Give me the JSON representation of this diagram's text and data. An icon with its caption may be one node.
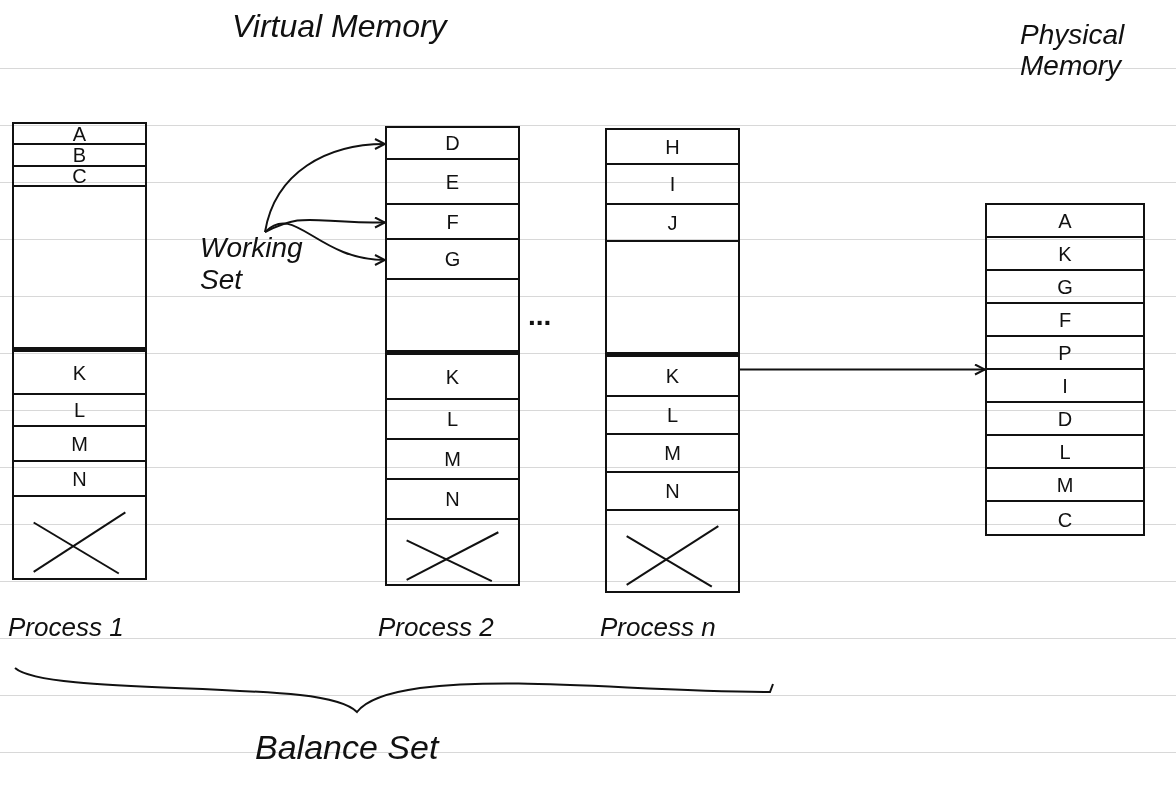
{
  "diagram": {
    "title": "Virtual Memory",
    "nodes": [
      {
        "text": [
          "Process 1"
        ]
      },
      {
        "text": [
          "A"
        ],
        "in": 0
      },
      {
        "text": [
          "B"
        ],
        "in": 0
      },
      {
        "text": [
          "C"
        ],
        "in": 0
      },
      {
        "text": [],
        "shape": "box",
        "in": 0
      },
      {
        "text": [
          "K"
        ],
        "in": 0
      },
      {
        "text": [
          "L"
        ],
        "in": 0
      },
      {
        "text": [
          "M"
        ],
        "in": 0
      },
      {
        "text": [
          "N"
        ],
        "in": 0
      },
      {
        "text": [],
        "shape": "box",
        "in": 0
      },
      {
        "text": [
          "Working Set"
        ]
      },
      {
        "text": [
          "Process 2"
        ]
      },
      {
        "text": [
          "D"
        ],
        "in": 11
      },
      {
        "text": [
          "E"
        ],
        "in": 11
      },
      {
        "text": [
          "F"
        ],
        "in": 11
      },
      {
        "text": [
          "G"
        ],
        "in": 11
      },
      {
        "text": [],
        "shape": "box",
        "in": 11
      },
      {
        "text": [
          "K"
        ],
        "in": 11
      },
      {
        "text": [
          "L"
        ],
        "in": 11
      },
      {
        "text": [
          "M"
        ],
        "in": 11
      },
      {
        "text": [
          "N"
        ],
        "in": 11
      },
      {
        "text": [],
        "shape": "box",
        "in": 11
      },
      {
        "text": [
          "Process n"
        ]
      },
      {
        "text": [
          "H"
        ],
        "in": 22
      },
      {
        "text": [
          "I"
        ],
        "in": 22
      },
      {
        "text": [
          "J"
        ],
        "in": 22
      },
      {
        "text": [],
        "shape": "box",
        "in": 22
      },
      {
        "text": [
          "K"
        ],
        "in": 22
      },
      {
        "text": [
          "L"
        ],
        "in": 22
      },
      {
        "text": [
          "M"
        ],
        "in": 22
      },
      {
        "text": [
          "N"
        ],
        "in": 22
      },
      {
        "text": [],
        "shape": "box",
        "in": 22
      },
      {
        "text": [
          "Physical Memory"
        ]
      },
      {
        "text": [
          "A"
        ],
        "in": 32
      },
      {
        "text": [
          "K"
        ],
        "in": 32
      },
      {
        "text": [
          "G"
        ],
        "in": 32
      },
      {
        "text": [
          "F"
        ],
        "in": 32
      },
      {
        "text": [
          "P"
        ],
        "in": 32
      },
      {
        "text": [
          "I"
        ],
        "in": 32
      },
      {
        "text": [
          "D"
        ],
        "in": 32
      },
      {
        "text": [
          "L"
        ],
        "in": 32
      },
      {
        "text": [
          "M"
        ],
        "in": 32
      },
      {
        "text": [
          "C"
        ],
        "in": 32
      }
    ],
    "edges": [
      {
        "from": 10,
        "to": 12,
        "arrow": "to"
      },
      {
        "from": 10,
        "to": 14,
        "arrow": "to"
      },
      {
        "from": 10,
        "to": 15,
        "arrow": "to"
      },
      {
        "from": 22,
        "to": 32,
        "arrow": "to"
      }
    ],
    "labels": [
      "...",
      "Balance Set"
    ]
  }
}
